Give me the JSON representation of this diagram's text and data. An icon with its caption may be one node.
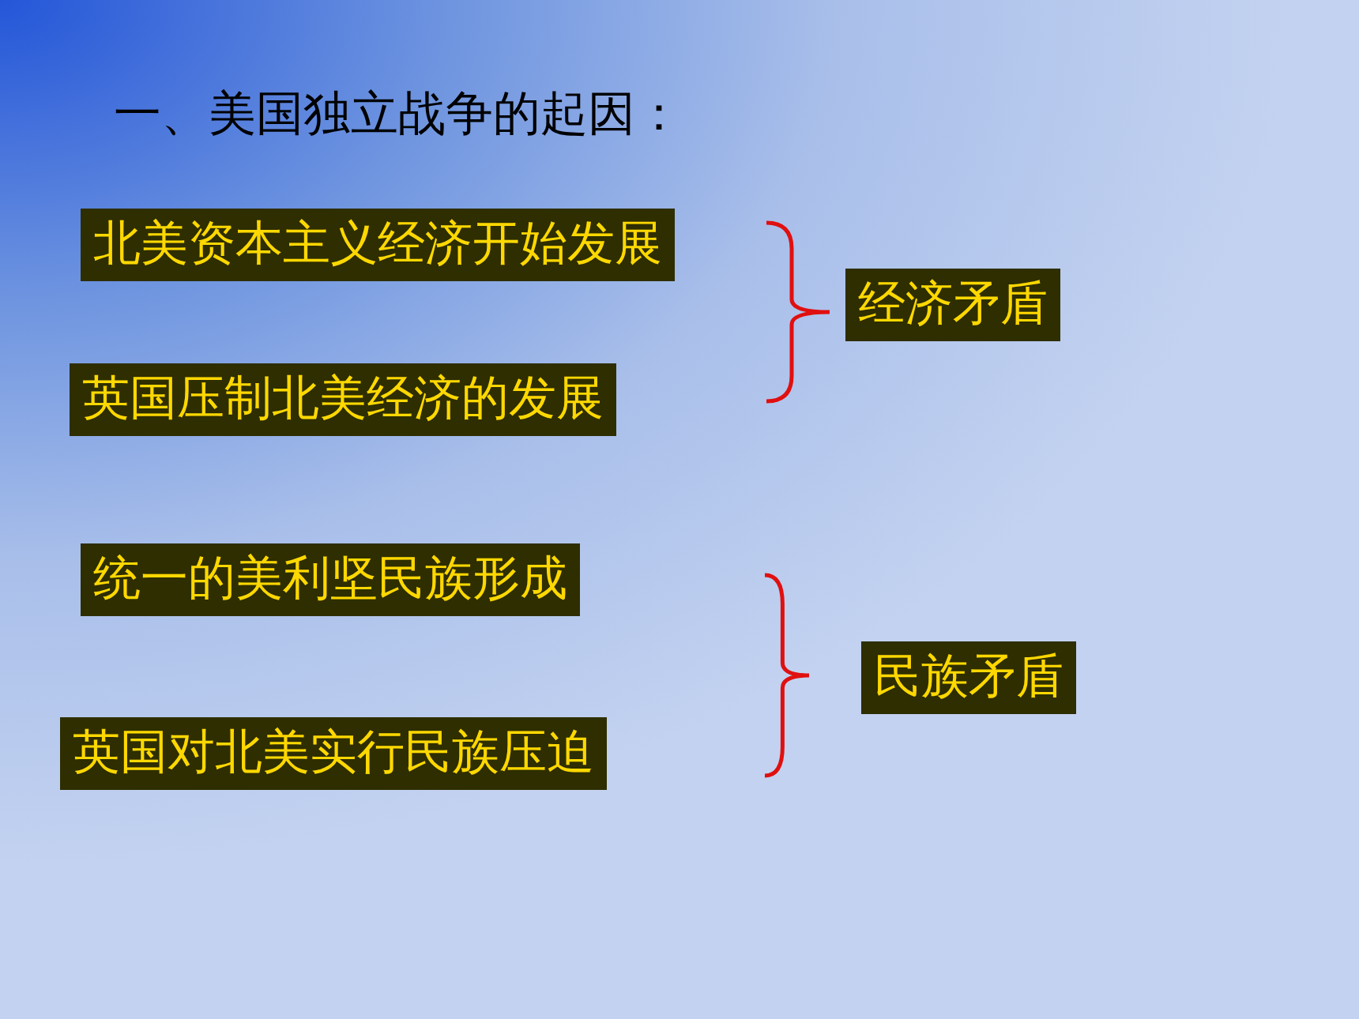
{
  "diagram": {
    "title": "一、美国独立战争的起因：",
    "nodes": [
      {
        "text": [
          "北美资本主义经济开始发展"
        ]
      },
      {
        "text": [
          "英国压制北美经济的发展"
        ]
      },
      {
        "text": [
          "经济矛盾"
        ]
      },
      {
        "text": [
          "统一的美利坚民族形成"
        ]
      },
      {
        "text": [
          "英国对北美实行民族压迫"
        ]
      },
      {
        "text": [
          "民族矛盾"
        ]
      }
    ]
  }
}
